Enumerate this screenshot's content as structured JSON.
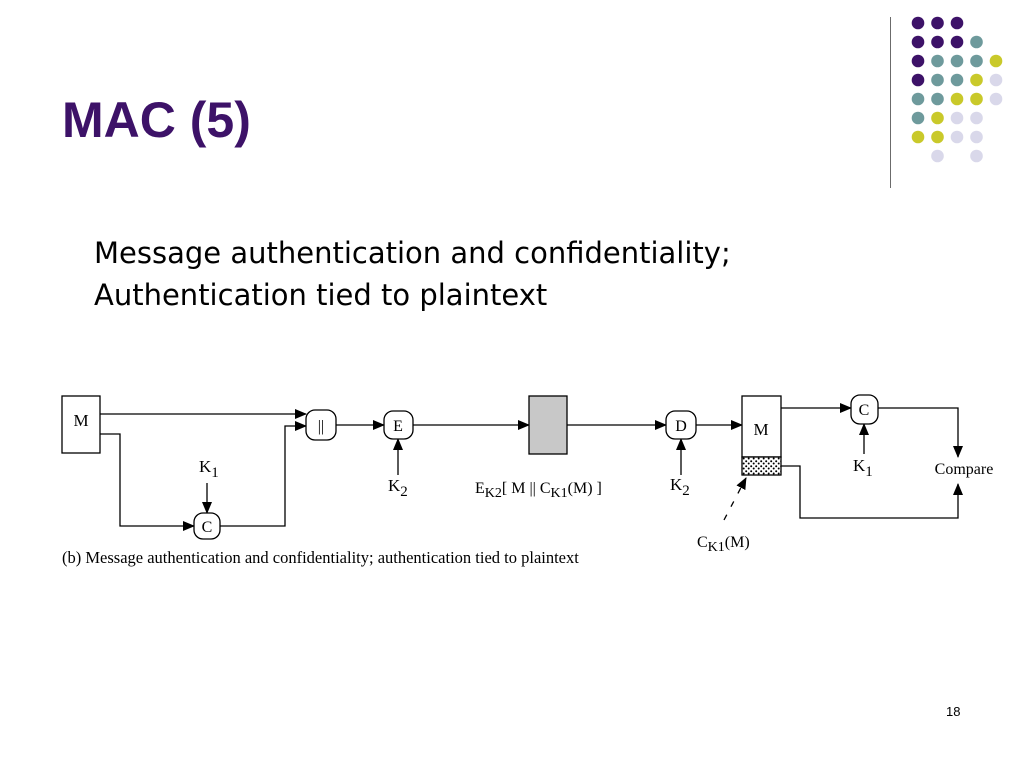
{
  "slide": {
    "title": "MAC (5)",
    "subtitle_lines": [
      "Message authentication and confidentiality;",
      "Authentication tied to plaintext"
    ],
    "slide_number": "18"
  },
  "theme": {
    "title_color": "#3d1268",
    "dot_purple": "#3d1268",
    "dot_teal": "#6e9a9c",
    "dot_yellow": "#c9c92a",
    "dot_lavender": "#d9d8ea"
  },
  "diagram": {
    "nodes": {
      "message_src": "M",
      "concat": "||",
      "encrypt": "E",
      "decrypt": "D",
      "message_dst": "M",
      "mac_src": "C",
      "mac_dst": "C",
      "compare": "Compare"
    },
    "keys": {
      "k1_src_main": "K",
      "k1_src_sub": "1",
      "k2_enc_main": "K",
      "k2_enc_sub": "2",
      "k2_dec_main": "K",
      "k2_dec_sub": "2",
      "k1_dst_main": "K",
      "k1_dst_sub": "1"
    },
    "ciphertext_label": {
      "p1": "E",
      "p2": "K2",
      "p3": "[ M || C",
      "p4": "K1",
      "p5": "(M) ]"
    },
    "mac_label": {
      "p1": "C",
      "p2": "K1",
      "p3": "(M)"
    },
    "caption": "(b) Message authentication and confidentiality; authentication tied to plaintext"
  }
}
